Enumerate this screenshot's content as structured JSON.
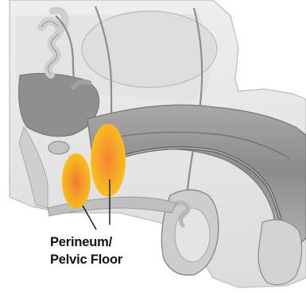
{
  "diagram": {
    "callout": {
      "line1": "Perineum/",
      "line2": "Pelvic Floor"
    },
    "colors": {
      "background": "#ffffff",
      "tissue_light": "#ededed",
      "tissue_mid": "#c9c9c9",
      "tissue_dark": "#8f8f8f",
      "outline": "#7a7a7a",
      "highlight_outer": "#f9c417",
      "highlight_inner": "#f07a2e"
    },
    "highlights": [
      {
        "name": "perineum-highlight"
      },
      {
        "name": "pelvic-floor-highlight"
      }
    ]
  }
}
